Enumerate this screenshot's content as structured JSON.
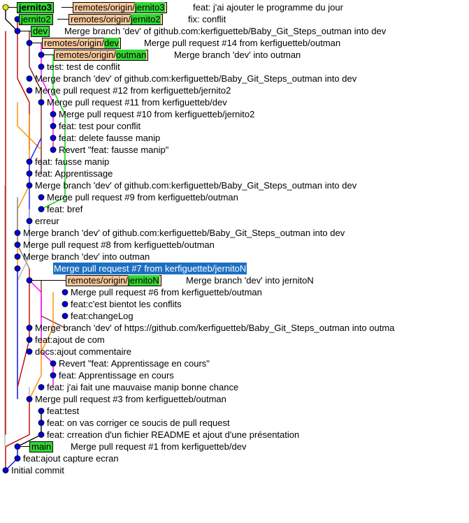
{
  "commits": [
    {
      "message": "feat: j'ai ajouter le programme du jour"
    },
    {
      "message": "fix: conflit"
    },
    {
      "message": "Merge branch 'dev' of github.com:kerfiguetteb/Baby_Git_Steps_outman into dev"
    },
    {
      "message": "Merge pull request #14 from kerfiguetteb/outman"
    },
    {
      "message": "Merge branch 'dev' into outman"
    },
    {
      "message": "test: test de conflit"
    },
    {
      "message": "Merge branch 'dev' of github.com:kerfiguetteb/Baby_Git_Steps_outman into dev"
    },
    {
      "message": "Merge pull request #12 from kerfiguetteb/jernito2"
    },
    {
      "message": "Merge pull request #11 from kerfiguetteb/dev"
    },
    {
      "message": "Merge pull request #10 from kerfiguetteb/jernito2"
    },
    {
      "message": "feat: test pour conflit"
    },
    {
      "message": "feat: delete fausse manip"
    },
    {
      "message": "Revert \"feat: fausse manip\""
    },
    {
      "message": "feat: fausse manip"
    },
    {
      "message": "feat: Apprentissage"
    },
    {
      "message": "Merge branch 'dev' of github.com:kerfiguetteb/Baby_Git_Steps_outman into dev"
    },
    {
      "message": "Merge pull request #9 from kerfiguetteb/outman"
    },
    {
      "message": "feat: bref"
    },
    {
      "message": "erreur"
    },
    {
      "message": "Merge branch 'dev' of github.com:kerfiguetteb/Baby_Git_Steps_outman into dev"
    },
    {
      "message": "Merge pull request #8 from kerfiguetteb/outman"
    },
    {
      "message": "Merge branch 'dev' into outman"
    },
    {
      "message": "Merge pull request #7 from kerfiguetteb/jernitoN"
    },
    {
      "message": "Merge branch 'dev' into jernitoN"
    },
    {
      "message": "Merge pull request #6 from kerfiguetteb/outman"
    },
    {
      "message": "feat:c'est bientot les conflits"
    },
    {
      "message": "feat:changeLog"
    },
    {
      "message": "Merge branch 'dev' of https://github.com/kerfiguetteb/Baby_Git_Steps_outman into outma"
    },
    {
      "message": "feat:ajout de com"
    },
    {
      "message": "docs:ajout commentaire"
    },
    {
      "message": "Revert \"feat: Apprentissage en cours\""
    },
    {
      "message": "feat: Apprentissage en cours"
    },
    {
      "message": "feat: j'ai fait une mauvaise manip bonne chance"
    },
    {
      "message": "Merge pull request #3 from kerfiguetteb/outman"
    },
    {
      "message": "feat:test"
    },
    {
      "message": "feat: on vas corriger ce soucis de pull request"
    },
    {
      "message": "feat: crreation d'un fichier README et ajout d'une présentation"
    },
    {
      "message": "Merge pull request #1 from kerfiguetteb/dev"
    },
    {
      "message": "feat:ajout capture ecran"
    },
    {
      "message": "Initial commit"
    }
  ],
  "refs": {
    "head_branch": "jernito3",
    "jernito2": "jernito2",
    "dev": "dev",
    "main": "main",
    "remote_prefix": "remotes/origin/",
    "remote_jernito3": "jernito3",
    "remote_jernito2": "jernito2",
    "remote_dev": "dev",
    "remote_outman": "outman",
    "remote_jernitoN": "jernitoN"
  },
  "selected_commit": "Merge pull request #7 from kerfiguetteb/jernitoN",
  "colors": {
    "local_branch": "#33d633",
    "remote_branch": "#f8c99d",
    "selection": "#1e6fc2",
    "node": "#0000e0",
    "head_node": "#e8e800"
  }
}
